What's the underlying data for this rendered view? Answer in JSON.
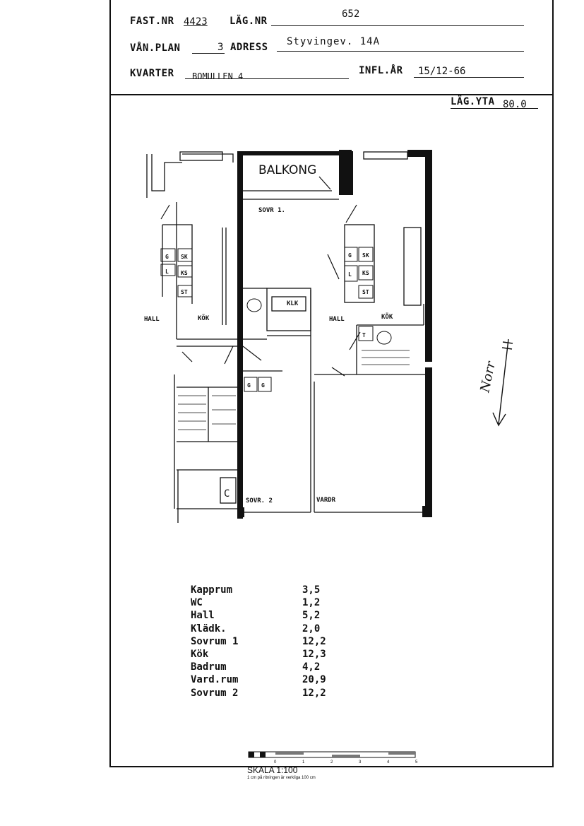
{
  "header": {
    "fast_nr_label": "FAST.NR",
    "fast_nr_value": "4423",
    "lag_nr_label": "LÄG.NR",
    "lag_nr_value": "652",
    "van_plan_label": "VÅN.PLAN",
    "van_plan_value": "3",
    "adress_label": "ADRESS",
    "adress_value": "Styvingev. 14A",
    "kvarter_label": "KVARTER",
    "kvarter_value": "BOMULLEN 4",
    "infl_ar_label": "INFL.ÅR",
    "infl_ar_value": "15/12-66",
    "lag_yta_label": "LÄG.YTA",
    "lag_yta_value": "80.0"
  },
  "plan_labels": {
    "balkong": "BALKONG",
    "sovr1": "SOVR 1.",
    "sovr2": "SOVR. 2",
    "vardr": "VARDR",
    "hall_left": "HALL",
    "hall_right": "HALL",
    "kok_left": "KÖK",
    "kok_right": "KÖK",
    "klk": "KLK",
    "g": "G",
    "sk": "SK",
    "ks": "KS",
    "st": "ST",
    "l": "L",
    "t": "T",
    "c": "C"
  },
  "rooms": [
    {
      "name": "Kapprum",
      "area": "3,5"
    },
    {
      "name": "WC",
      "area": "1,2"
    },
    {
      "name": "Hall",
      "area": "5,2"
    },
    {
      "name": "Klädk.",
      "area": "2,0"
    },
    {
      "name": "Sovrum 1",
      "area": "12,2"
    },
    {
      "name": "Kök",
      "area": "12,3"
    },
    {
      "name": "Badrum",
      "area": "4,2"
    },
    {
      "name": "Vard.rum",
      "area": "20,9"
    },
    {
      "name": "Sovrum 2",
      "area": "12,2"
    }
  ],
  "scale": {
    "title": "SKALA 1:100",
    "note": "1 cm på ritningen är verkliga 100 cm",
    "ticks": [
      "0",
      "1",
      "2",
      "3",
      "4",
      "5"
    ]
  },
  "north_label": "Norr"
}
